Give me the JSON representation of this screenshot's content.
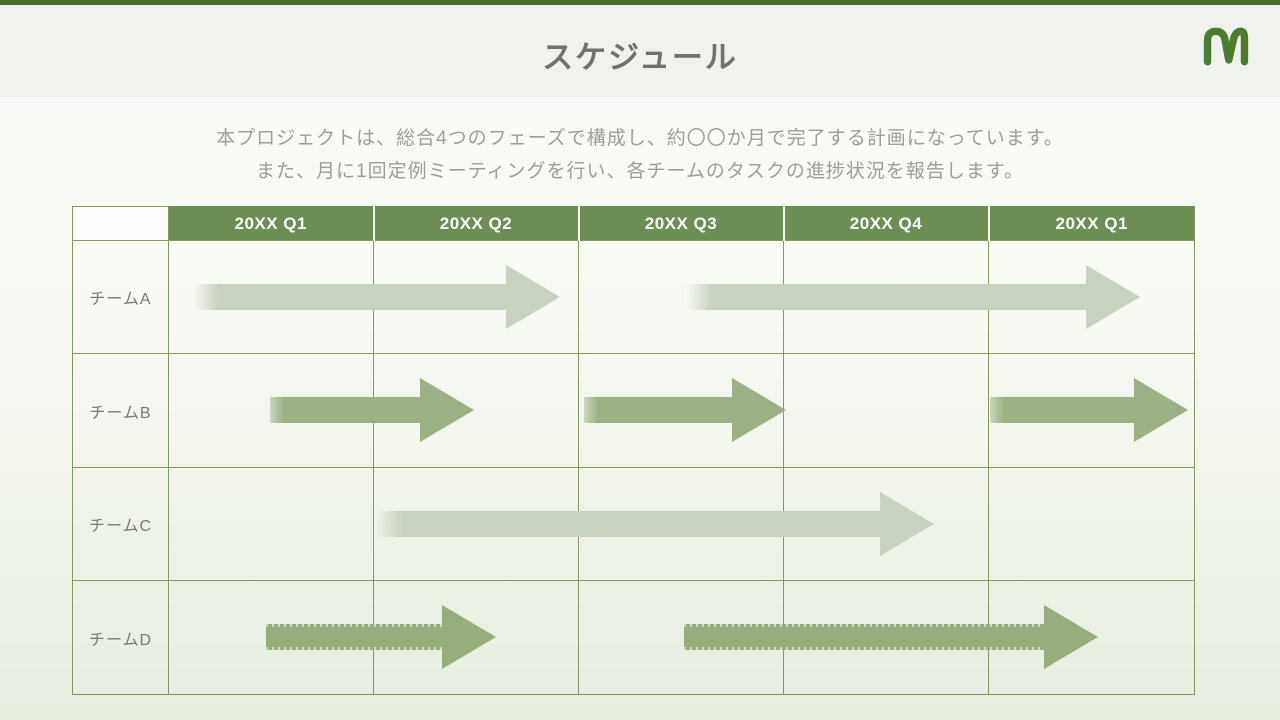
{
  "slide": {
    "title": "スケジュール",
    "description_lines": [
      "本プロジェクトは、総合4つのフェーズで構成し、約〇〇か月で完了する計画になっています。",
      "また、月に1回定例ミーティングを行い、各チームのタスクの進捗状況を報告します。"
    ]
  },
  "logo": {
    "icon": "m-logo-icon",
    "color": "#4c7d2e"
  },
  "colors": {
    "top_accent_bar": "#4a6e2c",
    "header_band": "#f0f2ed",
    "table_header_green": "#6d8e52",
    "grid_border": "#87995f",
    "arrow_light": "#c8d2c0",
    "arrow_medium": "#9cb183",
    "arrow_textured": "#97ad7c",
    "title_gray": "#6f736e",
    "description_gray": "#9c9e99",
    "row_label_gray": "#787c76"
  },
  "gantt": {
    "headers": [
      "20XX Q1",
      "20XX Q2",
      "20XX Q3",
      "20XX Q4",
      "20XX Q1"
    ],
    "rows": [
      {
        "label": "チームA",
        "arrows": [
          {
            "start": 193,
            "end": 560,
            "style": "light"
          },
          {
            "start": 686,
            "end": 1140,
            "style": "light"
          }
        ]
      },
      {
        "label": "チームB",
        "arrows": [
          {
            "start": 270,
            "end": 474,
            "style": "medium"
          },
          {
            "start": 584,
            "end": 786,
            "style": "medium"
          },
          {
            "start": 990,
            "end": 1188,
            "style": "medium"
          }
        ]
      },
      {
        "label": "チームC",
        "arrows": [
          {
            "start": 376,
            "end": 934,
            "style": "light"
          }
        ]
      },
      {
        "label": "チームD",
        "arrows": [
          {
            "start": 266,
            "end": 496,
            "style": "medium-textured"
          },
          {
            "start": 684,
            "end": 1098,
            "style": "medium-textured"
          }
        ]
      }
    ]
  }
}
